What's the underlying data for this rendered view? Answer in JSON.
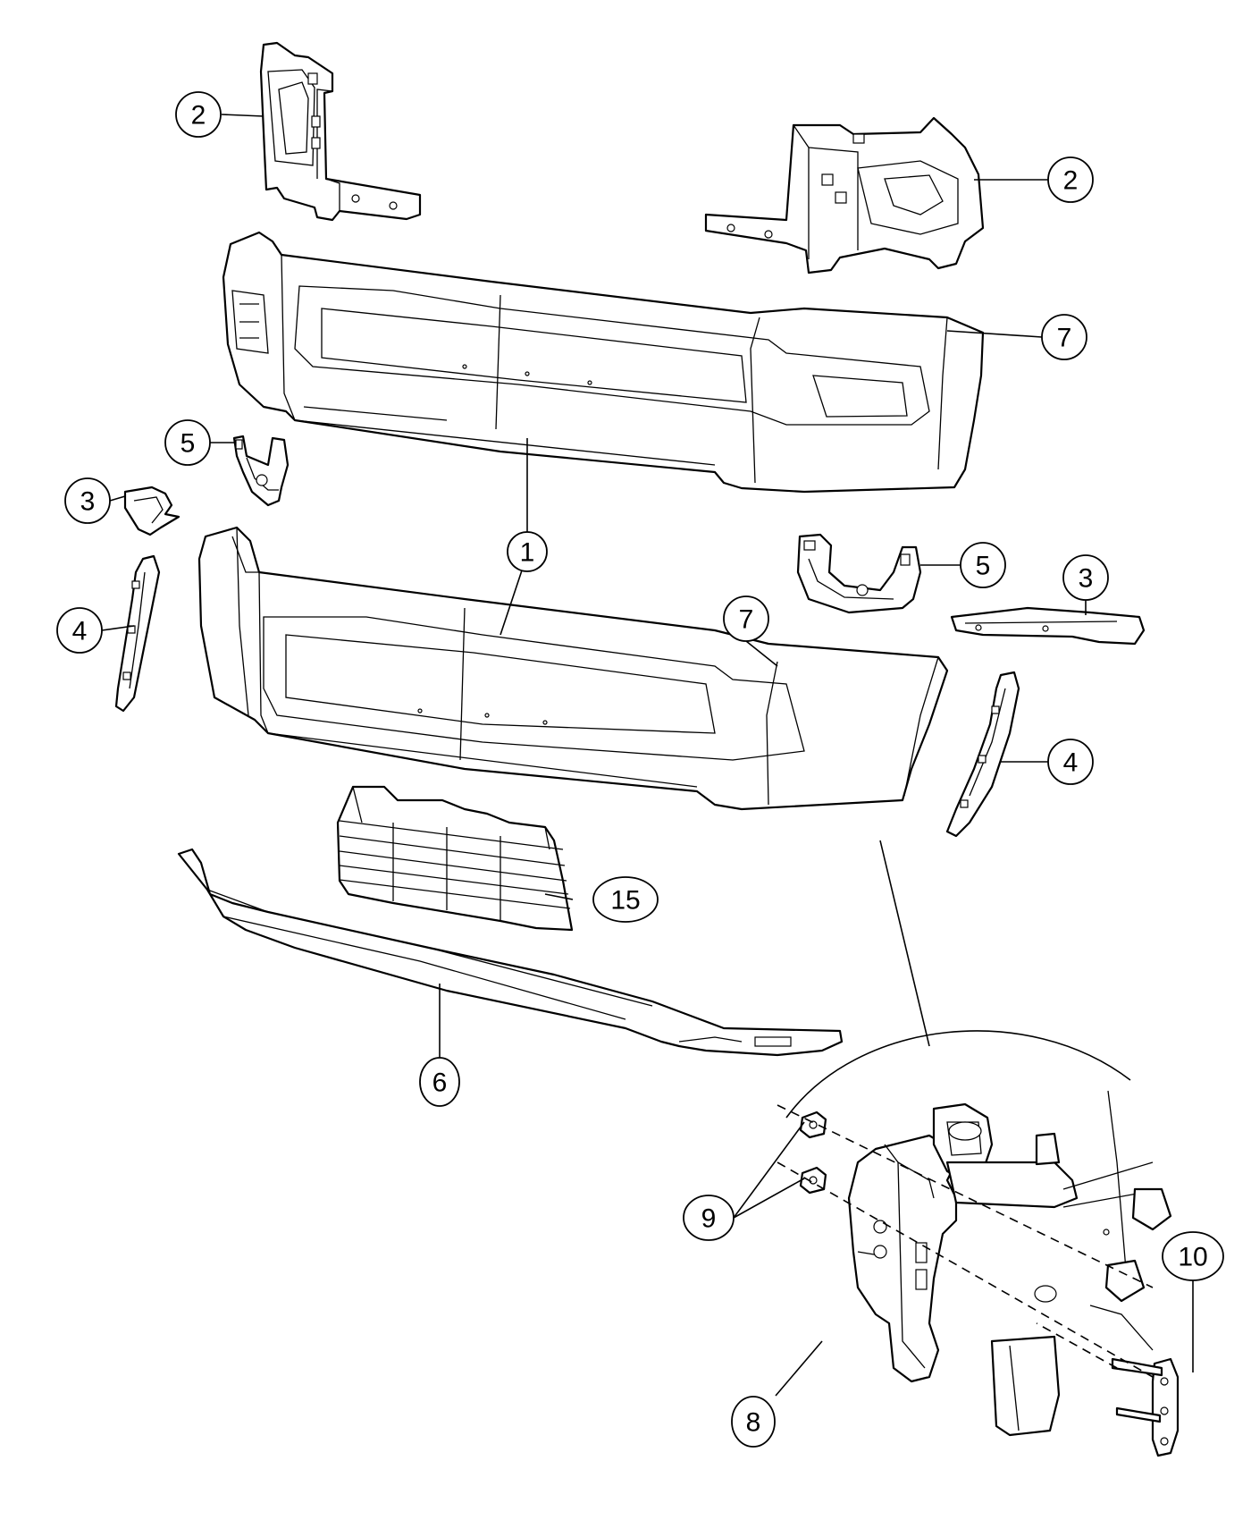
{
  "callouts": {
    "c1": "1",
    "c2a": "2",
    "c2b": "2",
    "c3a": "3",
    "c3b": "3",
    "c4a": "4",
    "c4b": "4",
    "c5a": "5",
    "c5b": "5",
    "c6": "6",
    "c7a": "7",
    "c7b": "7",
    "c8": "8",
    "c9": "9",
    "c10": "10",
    "c15": "15"
  }
}
